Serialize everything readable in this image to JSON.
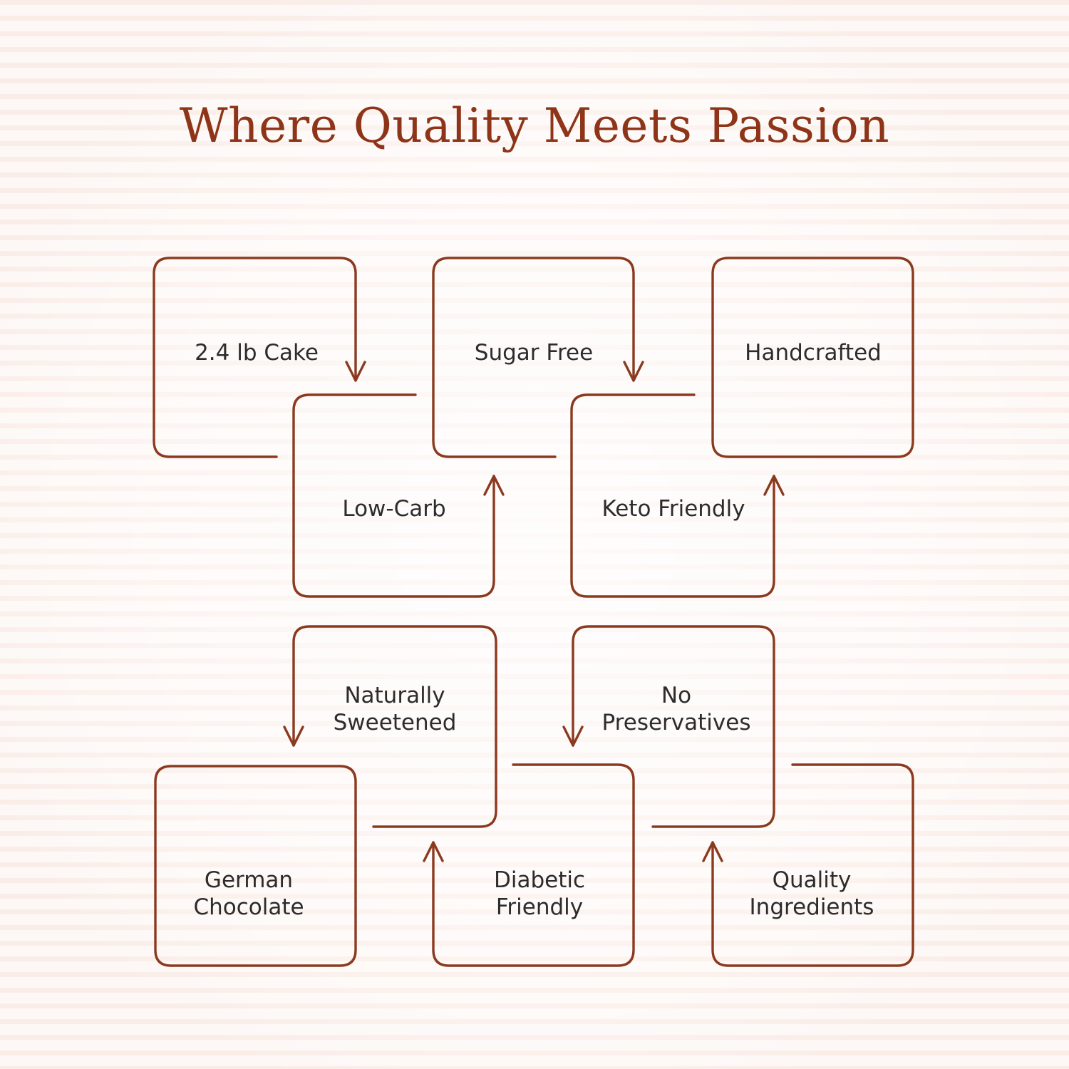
{
  "title": "Where Quality Meets Passion",
  "features": [
    {
      "line1": "2.4 lb Cake",
      "line2": ""
    },
    {
      "line1": "Sugar Free",
      "line2": ""
    },
    {
      "line1": "Handcrafted",
      "line2": ""
    },
    {
      "line1": "Low-Carb",
      "line2": ""
    },
    {
      "line1": "Keto Friendly",
      "line2": ""
    },
    {
      "line1": "Naturally",
      "line2": "Sweetened"
    },
    {
      "line1": "No",
      "line2": "Preservatives"
    },
    {
      "line1": "German",
      "line2": "Chocolate"
    },
    {
      "line1": "Diabetic",
      "line2": "Friendly"
    },
    {
      "line1": "Quality",
      "line2": "Ingredients"
    }
  ],
  "colors": {
    "accent": "#8b3a1f",
    "title": "#8e3418",
    "text": "#2c2c2c"
  }
}
